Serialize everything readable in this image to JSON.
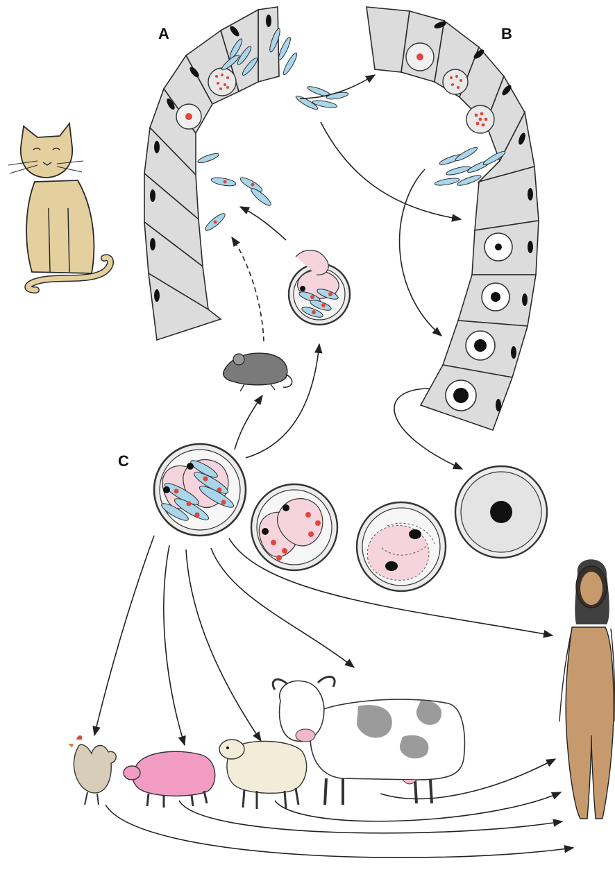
{
  "labels": {
    "a": "A",
    "b": "B",
    "c": "C"
  },
  "colors": {
    "epithelium": "#dcdcdc",
    "zoite": "#a9d6ea",
    "nucleus_red": "#e0463a",
    "sporocyst_pink": "#f6d4de",
    "cat": "#e4cf9f",
    "human": "#c79a6d",
    "pig": "#f29cc4",
    "sheep": "#f3ecd8",
    "cow_patch": "#9b9b9b",
    "mouse": "#7a7a7a"
  },
  "hosts": {
    "definitive": "cat",
    "paratenic": "mouse",
    "intermediate": [
      "chicken",
      "pig",
      "sheep",
      "cow",
      "human"
    ]
  }
}
